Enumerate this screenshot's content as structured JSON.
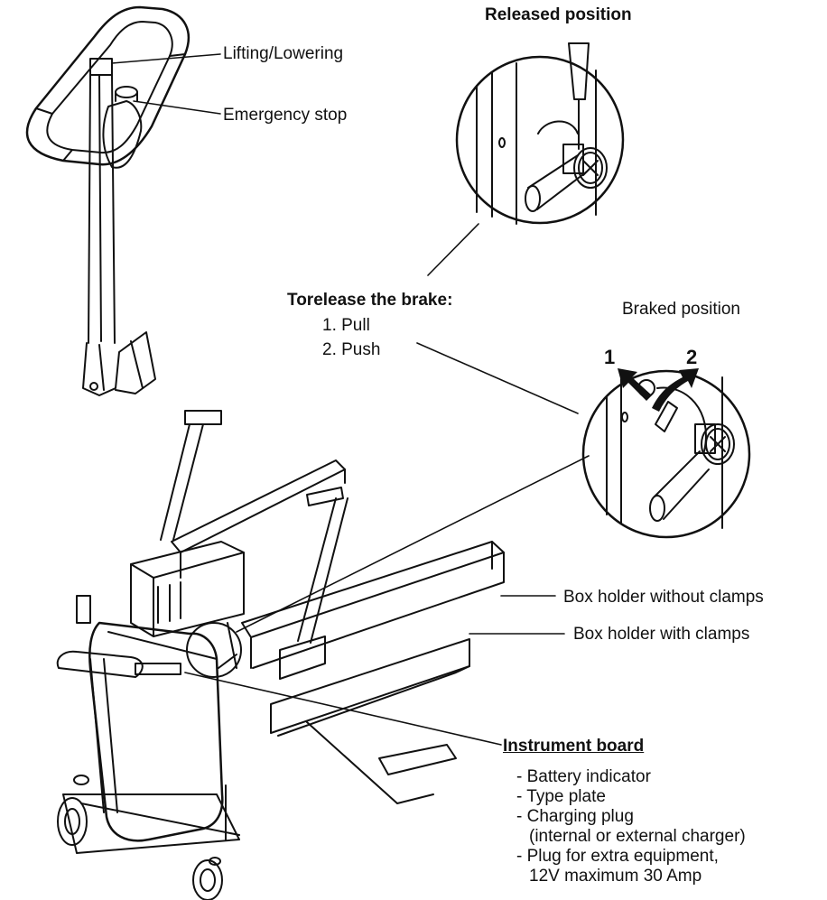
{
  "titles": {
    "released": "Released position",
    "braked": "Braked position"
  },
  "labels": {
    "lifting": "Lifting/Lowering",
    "emergency": "Emergency stop",
    "box_no_clamps": "Box holder without clamps",
    "box_clamps": "Box holder with clamps"
  },
  "brake": {
    "heading": "Torelease the brake:",
    "step1": "1. Pull",
    "step2": "2. Push",
    "arrow1": "1",
    "arrow2": "2"
  },
  "instrument": {
    "heading": "Instrument board",
    "items": [
      "- Battery indicator",
      "- Type plate",
      "- Charging plug",
      "(internal or external charger)",
      "- Plug for extra equipment,",
      "12V maximum 30 Amp"
    ]
  }
}
